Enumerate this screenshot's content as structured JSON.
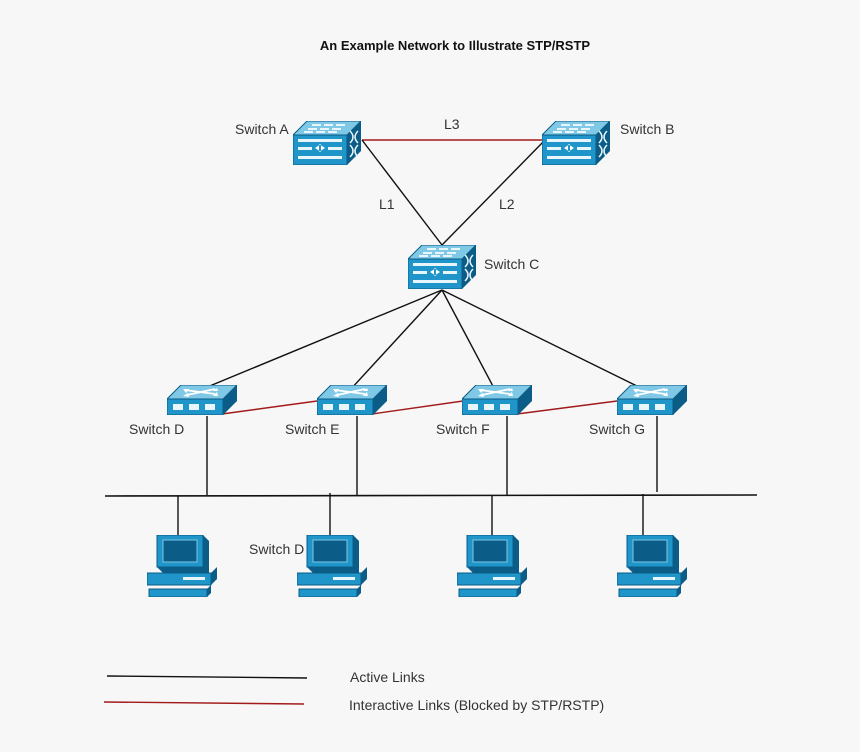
{
  "title": "An Example Network to Illustrate STP/RSTP",
  "colors": {
    "active_link": "#111111",
    "blocked_link": "#a31a1a",
    "device_top": "#7fc8e6",
    "device_front": "#1f95c9",
    "device_dark": "#0b5d87"
  },
  "core_switches": {
    "a": "Switch A",
    "b": "Switch B",
    "c": "Switch C"
  },
  "links": {
    "l1": "L1",
    "l2": "L2",
    "l3": "L3"
  },
  "access_switches": {
    "d": "Switch D",
    "e": "Switch E",
    "f": "Switch F",
    "g": "Switch G"
  },
  "hosts": {
    "pc2": "Switch D"
  },
  "legend": {
    "active": "Active Links",
    "blocked": "Interactive Links (Blocked by STP/RSTP)"
  }
}
